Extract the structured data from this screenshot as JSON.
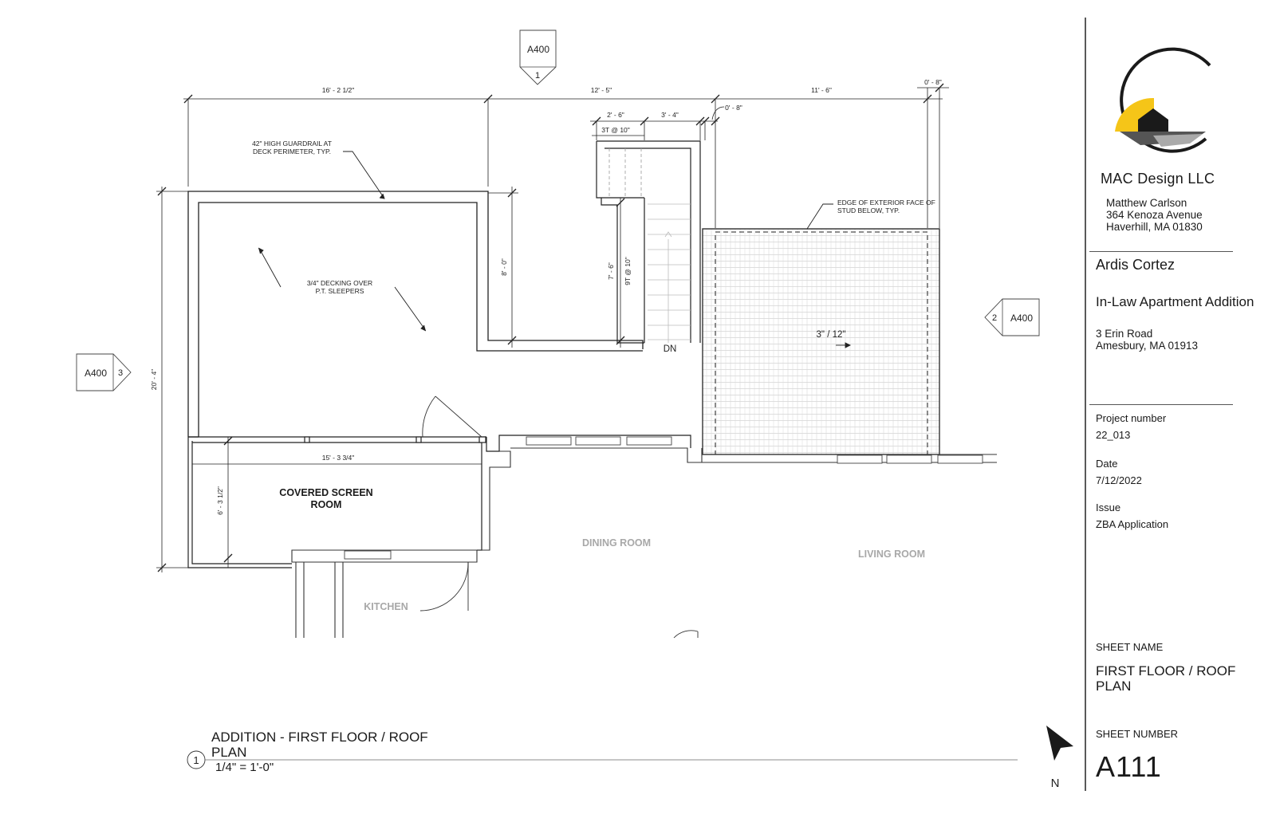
{
  "firm": {
    "name": "MAC Design LLC",
    "person": "Matthew Carlson",
    "street": "364 Kenoza Avenue",
    "city": "Haverhill, MA 01830",
    "logo_colors": {
      "ring": "#1a1a1a",
      "sun": "#f5c518",
      "roof": "#1a1a1a",
      "band_dark": "#555555",
      "band_light": "#aaaaaa"
    }
  },
  "client": "Ardis Cortez",
  "project": {
    "name": "In-Law Apartment Addition",
    "street": "3 Erin Road",
    "city": "Amesbury, MA 01913"
  },
  "meta": {
    "project_number_label": "Project number",
    "project_number": "22_013",
    "date_label": "Date",
    "date": "7/12/2022",
    "issue_label": "Issue",
    "issue": "ZBA Application"
  },
  "sheet": {
    "name_label": "SHEET NAME",
    "name": "FIRST FLOOR / ROOF PLAN",
    "number_label": "SHEET NUMBER",
    "number": "A111"
  },
  "plan": {
    "title": "ADDITION - FIRST FLOOR / ROOF PLAN",
    "number": "1",
    "scale": "1/4\" = 1'-0\"",
    "north": "N"
  },
  "section_markers": {
    "top": {
      "sheet": "A400",
      "num": "1"
    },
    "right": {
      "sheet": "A400",
      "num": "2"
    },
    "left": {
      "sheet": "A400",
      "num": "3"
    }
  },
  "dimensions": {
    "d1": "16' - 2 1/2\"",
    "d2": "12' - 5\"",
    "d3": "11' - 6\"",
    "d4": "0' - 8\"",
    "d5": "2' - 6\"",
    "d6": "3' - 4\"",
    "d7": "0' - 8\"",
    "d8": "3T @ 10\"",
    "d9": "8' - 0\"",
    "d10": "7' - 6\"",
    "d11": "9T @ 10\"",
    "d12": "20' - 4\"",
    "d13": "15' - 3 3/4\"",
    "d14": "6' - 3 1/2\""
  },
  "notes": {
    "guardrail_1": "42\" HIGH GUARDRAIL AT",
    "guardrail_2": "DECK PERIMETER, TYP.",
    "decking_1": "3/4\" DECKING OVER",
    "decking_2": "P.T. SLEEPERS",
    "edge_1": "EDGE OF EXTERIOR FACE OF",
    "edge_2": "STUD BELOW, TYP.",
    "slope": "3\" / 12\"",
    "dn": "DN"
  },
  "rooms": {
    "screen_1": "COVERED SCREEN",
    "screen_2": "ROOM",
    "dining": "DINING ROOM",
    "living": "LIVING ROOM",
    "kitchen": "KITCHEN"
  }
}
